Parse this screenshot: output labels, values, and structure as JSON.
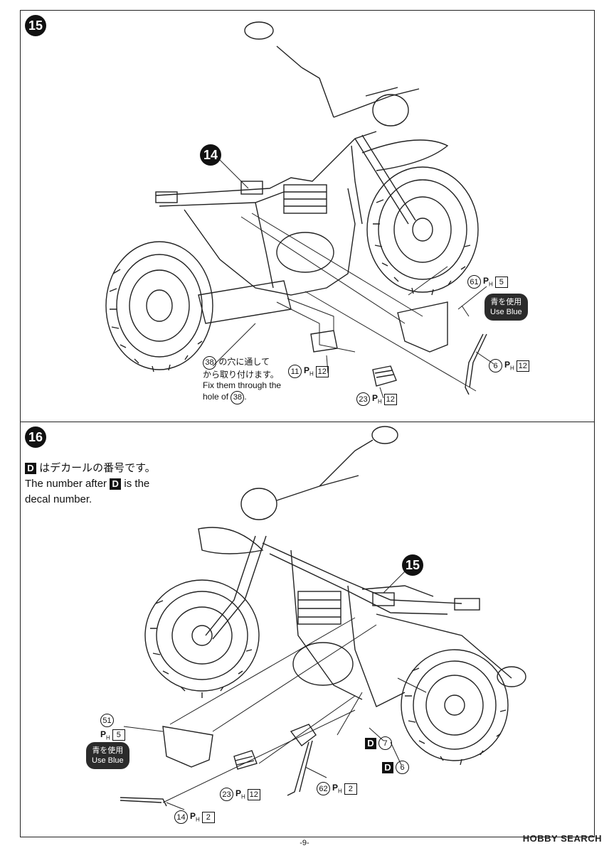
{
  "step15": {
    "number": "15",
    "ref_step": "14",
    "callouts": [
      {
        "part": "61",
        "sprue": "P",
        "sub": "H",
        "box": "5"
      },
      {
        "part": "6",
        "sprue": "P",
        "sub": "H",
        "box": "12"
      },
      {
        "part": "11",
        "sprue": "P",
        "sub": "H",
        "box": "12"
      },
      {
        "part": "23",
        "sprue": "P",
        "sub": "H",
        "box": "12"
      }
    ],
    "blue_note": {
      "jp": "青を使用",
      "en": "Use Blue"
    },
    "hole_note": {
      "part": "38",
      "jp_line1": "の穴に通して",
      "jp_line2": "から取り付けます。",
      "en_line1": "Fix them through the",
      "en_line2": "hole of",
      "en_suffix": "."
    }
  },
  "step16": {
    "number": "16",
    "ref_step": "15",
    "intro": {
      "badge": "D",
      "jp": "はデカールの番号です。",
      "en_prefix": "The number after",
      "en_suffix": "is the",
      "en_line2": "decal number."
    },
    "callouts": [
      {
        "part": "51",
        "sprue": "P",
        "sub": "H",
        "box": "5"
      },
      {
        "part": "23",
        "sprue": "P",
        "sub": "H",
        "box": "12"
      },
      {
        "part": "62",
        "sprue": "P",
        "sub": "H",
        "box": "2"
      },
      {
        "part": "14",
        "sprue": "P",
        "sub": "H",
        "box": "2"
      }
    ],
    "decals": [
      {
        "badge": "D",
        "num": "7"
      },
      {
        "badge": "D",
        "num": "6"
      }
    ],
    "blue_note": {
      "jp": "青を使用",
      "en": "Use Blue"
    }
  },
  "footer": {
    "page": "-9-"
  },
  "watermark": "HOBBY SEARCH"
}
